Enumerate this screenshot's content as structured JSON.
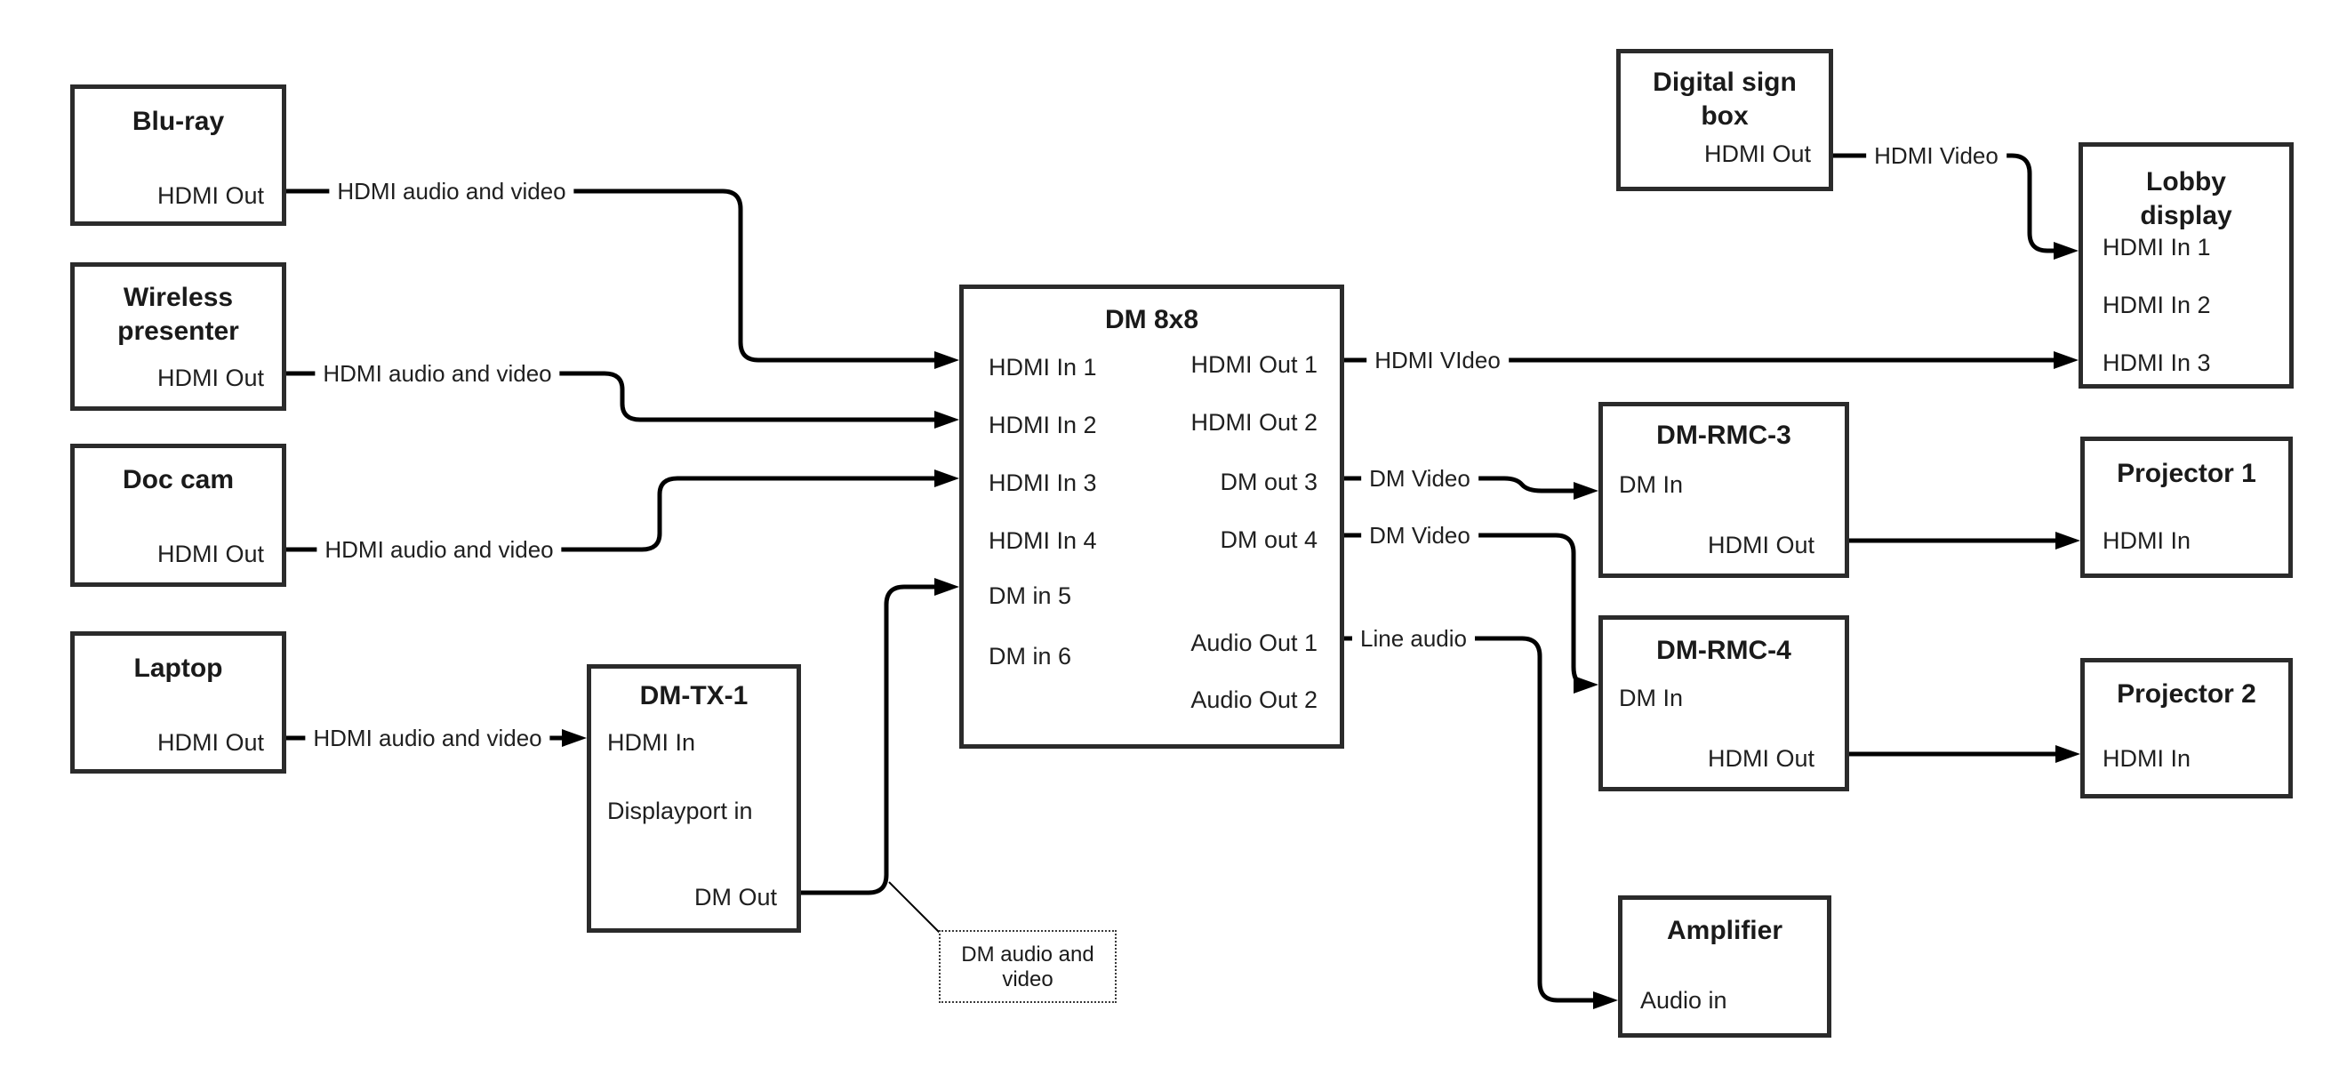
{
  "diagram": {
    "background_color": "#ffffff",
    "line_color": "#000000",
    "box_border_color": "#2b2b2b"
  },
  "nodes": {
    "bluray": {
      "title": "Blu-ray",
      "ports": {
        "hdmi_out": "HDMI Out"
      }
    },
    "wireless": {
      "title_line1": "Wireless",
      "title_line2": "presenter",
      "ports": {
        "hdmi_out": "HDMI Out"
      }
    },
    "doccam": {
      "title": "Doc cam",
      "ports": {
        "hdmi_out": "HDMI Out"
      }
    },
    "laptop": {
      "title": "Laptop",
      "ports": {
        "hdmi_out": "HDMI Out"
      }
    },
    "dmtx1": {
      "title": "DM-TX-1",
      "ports": {
        "hdmi_in": "HDMI In",
        "dp_in": "Displayport in",
        "dm_out": "DM Out"
      }
    },
    "dm8x8": {
      "title": "DM 8x8",
      "ports": {
        "in1": "HDMI In 1",
        "in2": "HDMI In 2",
        "in3": "HDMI In 3",
        "in4": "HDMI In 4",
        "in5": "DM in 5",
        "in6": "DM in 6",
        "out1": "HDMI Out 1",
        "out2": "HDMI Out 2",
        "out3": "DM out 3",
        "out4": "DM out 4",
        "aout1": "Audio Out 1",
        "aout2": "Audio Out 2"
      }
    },
    "digital_sign": {
      "title_line1": "Digital sign",
      "title_line2": "box",
      "ports": {
        "hdmi_out": "HDMI Out"
      }
    },
    "lobby": {
      "title_line1": "Lobby",
      "title_line2": "display",
      "ports": {
        "in1": "HDMI In 1",
        "in2": "HDMI In 2",
        "in3": "HDMI In 3"
      }
    },
    "dmrmc3": {
      "title": "DM-RMC-3",
      "ports": {
        "dm_in": "DM In",
        "hdmi_out": "HDMI Out"
      }
    },
    "dmrmc4": {
      "title": "DM-RMC-4",
      "ports": {
        "dm_in": "DM In",
        "hdmi_out": "HDMI Out"
      }
    },
    "amplifier": {
      "title": "Amplifier",
      "ports": {
        "audio_in": "Audio in"
      }
    },
    "projector1": {
      "title": "Projector 1",
      "ports": {
        "hdmi_in": "HDMI In"
      }
    },
    "projector2": {
      "title": "Projector 2",
      "ports": {
        "hdmi_in": "HDMI In"
      }
    }
  },
  "connections": {
    "bluray_to_dm8x8_in1": {
      "label": "HDMI audio and video"
    },
    "wireless_to_dm8x8_in2": {
      "label": "HDMI audio and video"
    },
    "doccam_to_dm8x8_in3": {
      "label": "HDMI audio and video"
    },
    "laptop_to_dmtx1": {
      "label": "HDMI audio and video"
    },
    "dm8x8_out1_to_lobby": {
      "label": "HDMI VIdeo"
    },
    "sign_to_lobby": {
      "label": "HDMI Video"
    },
    "dm8x8_out3_to_dmrmc3": {
      "label": "DM Video"
    },
    "dm8x8_out4_to_dmrmc4": {
      "label": "DM Video"
    },
    "dm8x8_aout1_to_amp": {
      "label": "Line audio"
    }
  },
  "note": {
    "line1": "DM audio and",
    "line2": "video"
  }
}
